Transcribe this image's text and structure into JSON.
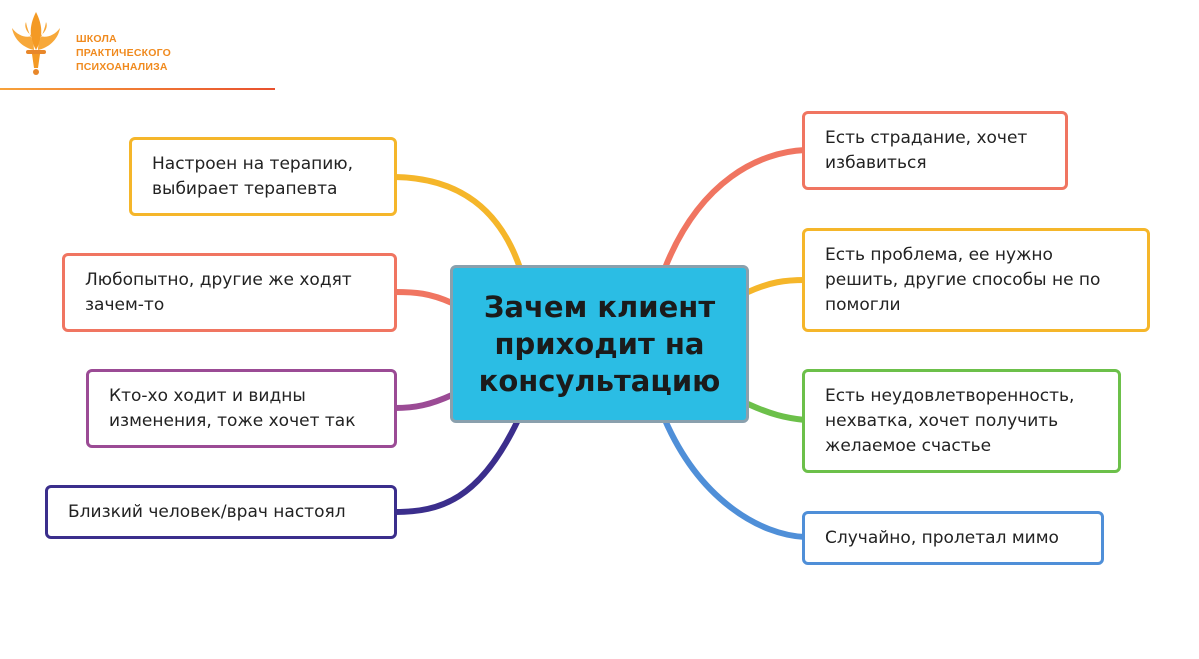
{
  "logo": {
    "lines": [
      "ШКОЛА",
      "ПРАКТИЧЕСКОГО",
      "ПСИХОАНАЛИЗА"
    ],
    "icon": "fleur-de-lis-icon",
    "color": "#f08a1e"
  },
  "center": {
    "title": "Зачем клиент\nприходит на\nконсультацию",
    "color": "#2bbde4"
  },
  "left_nodes": [
    {
      "text": "Настроен на терапию,\nвыбирает терапевта",
      "color": "#f5b62a"
    },
    {
      "text": "Любопытно, другие же ходят\nзачем-то",
      "color": "#f07561"
    },
    {
      "text": "Кто-хо ходит и видны\nизменения, тоже хочет так",
      "color": "#9b4b95"
    },
    {
      "text": "Близкий человек/врач настоял",
      "color": "#3b2e8c"
    }
  ],
  "right_nodes": [
    {
      "text": "Есть страдание, хочет\nизбавиться",
      "color": "#f07561"
    },
    {
      "text": "Есть проблема, ее нужно\nрешить, другие способы не по\nпомогли",
      "color": "#f5b62a"
    },
    {
      "text": "Есть неудовлетворенность,\nнехватка, хочет получить\nжелаемое счастье",
      "color": "#6cc04a"
    },
    {
      "text": "Случайно, пролетал мимо",
      "color": "#4f8fd8"
    }
  ]
}
